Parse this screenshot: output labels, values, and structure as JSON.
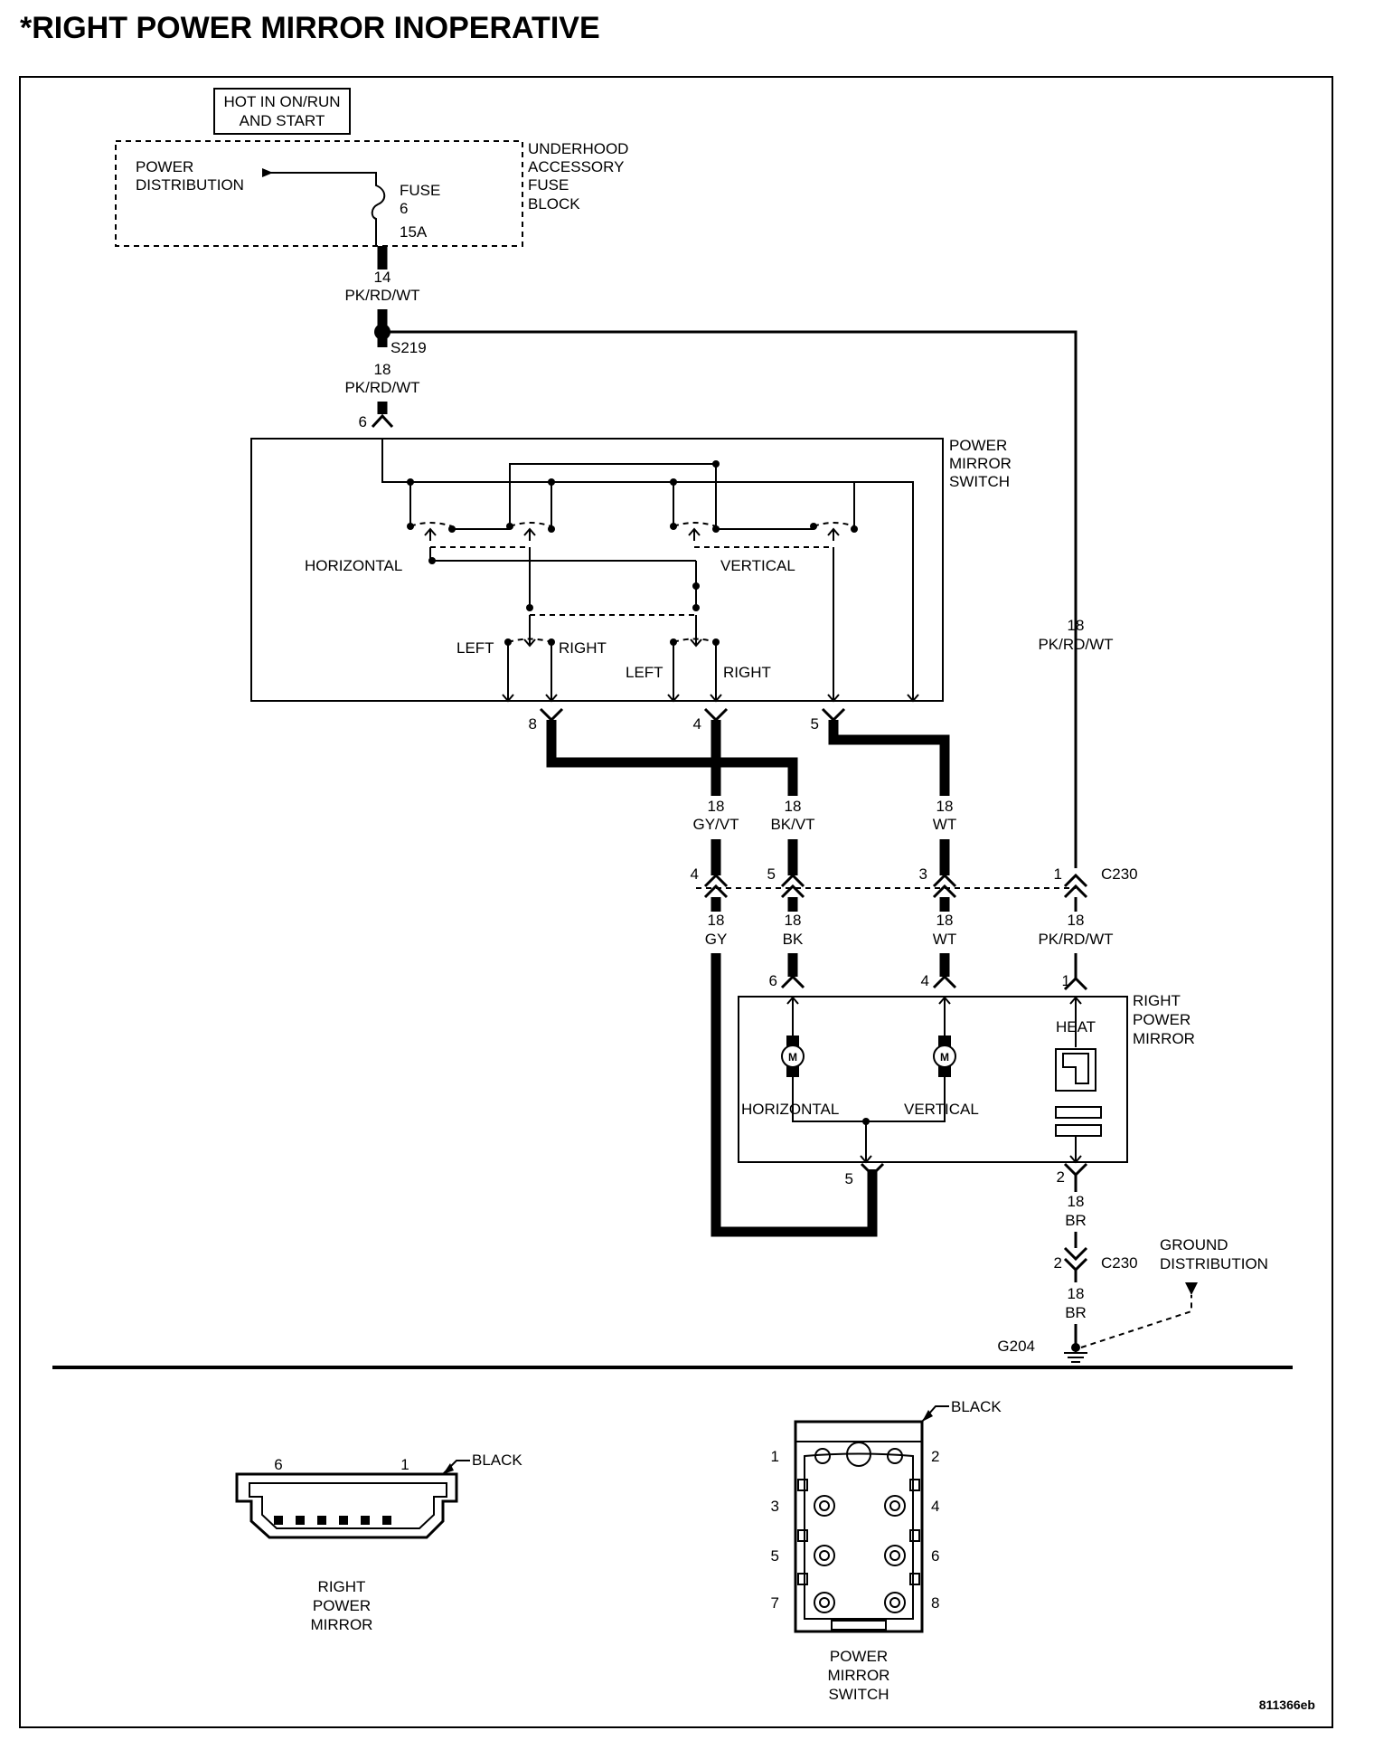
{
  "title": "*RIGHT POWER MIRROR INOPERATIVE",
  "hot_box": [
    "HOT IN ON/RUN",
    "AND START"
  ],
  "fuse_block": {
    "power_distribution": [
      "POWER",
      "DISTRIBUTION"
    ],
    "fuse": [
      "FUSE",
      "6",
      "15A"
    ],
    "block_name": [
      "UNDERHOOD",
      "ACCESSORY",
      "FUSE",
      "BLOCK"
    ]
  },
  "wires": {
    "fuse_out_gauge": "14",
    "fuse_out_color": "PK/RD/WT",
    "splice": "S219",
    "switch_feed_gauge": "18",
    "switch_feed_color": "PK/RD/WT",
    "right_feed_gauge": "18",
    "right_feed_color": "PK/RD/WT",
    "gyvt_gauge": "18",
    "gyvt_color": "GY/VT",
    "bkvt_gauge": "18",
    "bkvt_color": "BK/VT",
    "wt_gauge": "18",
    "wt_color": "WT",
    "gy_gauge": "18",
    "gy_color": "GY",
    "bk_gauge": "18",
    "bk_color": "BK",
    "wt2_gauge": "18",
    "wt2_color": "WT",
    "pk2_gauge": "18",
    "pk2_color": "PK/RD/WT",
    "br_gauge": "18",
    "br_color": "BR",
    "br2_gauge": "18",
    "br2_color": "BR"
  },
  "switch": {
    "name": [
      "POWER",
      "MIRROR",
      "SWITCH"
    ],
    "horizontal": "HORIZONTAL",
    "vertical": "VERTICAL",
    "left1": "LEFT",
    "right1": "RIGHT",
    "left2": "LEFT",
    "right2": "RIGHT",
    "pin_in": "6",
    "pin_a": "8",
    "pin_b": "4",
    "pin_c": "5"
  },
  "c230": {
    "name": "C230",
    "pins": [
      "4",
      "5",
      "3",
      "1"
    ],
    "name2": "C230",
    "pin2": "2"
  },
  "mirror": {
    "name": [
      "RIGHT",
      "POWER",
      "MIRROR"
    ],
    "heat": "HEAT",
    "motor_label": "M",
    "horizontal": "HORIZONTAL",
    "vertical": "VERTICAL",
    "pins": [
      "6",
      "4",
      "1",
      "5",
      "2"
    ]
  },
  "ground": {
    "distribution": [
      "GROUND",
      "DISTRIBUTION"
    ],
    "point": "G204"
  },
  "connector_mirror": {
    "color": "BLACK",
    "pin_left": "6",
    "pin_right": "1",
    "name": [
      "RIGHT",
      "POWER",
      "MIRROR"
    ]
  },
  "connector_switch": {
    "color": "BLACK",
    "pins": [
      "1",
      "2",
      "3",
      "4",
      "5",
      "6",
      "7",
      "8"
    ],
    "name": [
      "POWER",
      "MIRROR",
      "SWITCH"
    ]
  },
  "figure_id": "811366eb"
}
